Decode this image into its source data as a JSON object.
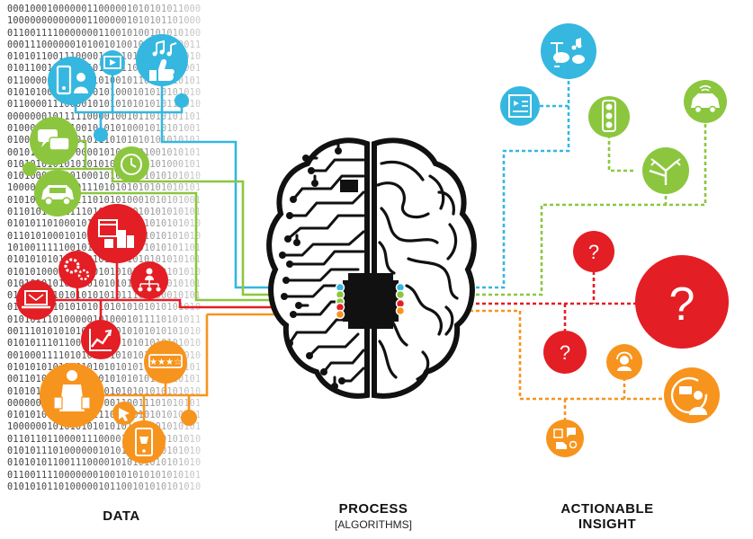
{
  "labels": {
    "data": "DATA",
    "process": "PROCESS",
    "process_sub": "[ALGORITHMS]",
    "insight_line1": "ACTIONABLE",
    "insight_line2": "INSIGHT"
  },
  "binary_lines": [
    "0001000100000011000001010101011000",
    "1000000000000011000001010101101000",
    "0110011110000000110010100101010100",
    "0001110000001010010100101101000011",
    "0101011001110000101010101010101010",
    "0101100111000010101011000010101001",
    "0110000010110101010010110101010101",
    "0101010011000000101000101010101010",
    "0110000111000010101010101010110010",
    "0000000101111100001001011010101101",
    "0100010101010010101010001010101001",
    "0100110101010101110101010101010101",
    "0010101010100000101010101001010101",
    "0101010101010101010001010101000101",
    "0101000010101000101010101010101010",
    "1000000000000111010101010101010101",
    "0101011100011110101010001010101001",
    "0110101010111101010101010101010101",
    "0101011010001010101010101010101010",
    "0110101000101010101010101010101010",
    "1010011111001010101010101010101101",
    "0101010101010101010101010101010101",
    "0101010001101010101010101010101010",
    "0101010101010101010101010101010101",
    "0101101010101010101011100000010101",
    "0100001110101010101010101010101010",
    "0101011101000001010001011110101011",
    "0011101010101010101010101010101010",
    "0101011101100100001010101010101010",
    "0010001111010101101010101010101010",
    "0101010101010101010101010101010101",
    "0011010101010101010101010101010101",
    "0101010100101010101010101010101010",
    "0000000000000110000110011101010101",
    "0101010101010101110101010101010101",
    "1000000101010101010101010101010101",
    "0110110110000111000010101010101010",
    "0101011101000000101010101010101010",
    "0101010110011100001010101010101010",
    "0110011110000000100101010101010101",
    "0101010110100000101100101010101010",
    "0100010101000001100001010101010101"
  ],
  "palette": {
    "blue": "#35b7e0",
    "green": "#8cc63f",
    "red": "#e31e24",
    "orange": "#f7941d",
    "black": "#111111"
  },
  "icons": {
    "data": [
      "phone-contacts-icon",
      "video-player-icon",
      "music-like-icon",
      "chat-bubbles-icon",
      "clock-icon",
      "car-icon",
      "calendar-buildings-icon",
      "gears-icon",
      "org-chart-icon",
      "laptop-email-icon",
      "trend-chart-icon",
      "star-rating-icon",
      "shopper-icon",
      "cursor-click-icon",
      "mobile-shopping-icon"
    ],
    "insight": [
      "drum-kit-icon",
      "video-list-icon",
      "traffic-light-icon",
      "autonomous-car-icon",
      "route-arrows-icon",
      "question-icon",
      "question-large-icon",
      "question-small-icon",
      "support-agent-icon",
      "payment-person-icon",
      "social-media-icon"
    ]
  }
}
